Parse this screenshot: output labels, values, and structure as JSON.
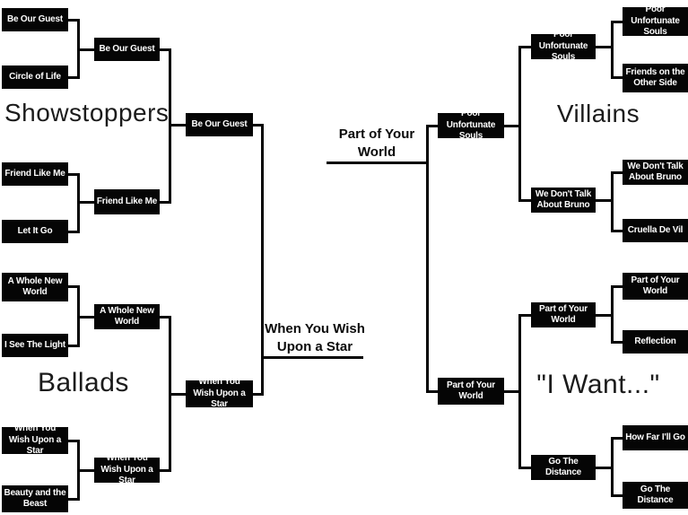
{
  "regions": {
    "top_left": "Showstoppers",
    "bottom_left": "Ballads",
    "top_right": "Villains",
    "bottom_right": "\"I Want...\""
  },
  "left": {
    "round1": [
      "Be Our Guest",
      "Circle of Life",
      "Friend Like Me",
      "Let It Go",
      "A Whole New World",
      "I See The Light",
      "When You Wish Upon a Star",
      "Beauty and the Beast"
    ],
    "round2": [
      "Be Our Guest",
      "Friend Like Me",
      "A Whole New World",
      "When You Wish Upon a Star"
    ],
    "semifinals": [
      "Be Our Guest",
      "When You Wish Upon a Star"
    ],
    "finalist": "When You Wish Upon a Star"
  },
  "right": {
    "round1": [
      "Poor Unfortunate Souls",
      "Friends on the Other Side",
      "We Don't Talk About Bruno",
      "Cruella De Vil",
      "Part of Your World",
      "Reflection",
      "How Far I'll Go",
      "Go The Distance"
    ],
    "round2": [
      "Poor Unfortunate Souls",
      "We Don't Talk About Bruno",
      "Part of Your World",
      "Go The Distance"
    ],
    "semifinals": [
      "Poor Unfortunate Souls",
      "Part of Your World"
    ],
    "finalist": "Part of Your World"
  },
  "colors": {
    "box_background": "#050505",
    "box_text": "#ffffff",
    "line": "#050505",
    "page_background": "#ffffff",
    "label_text": "#1b1b1b"
  }
}
